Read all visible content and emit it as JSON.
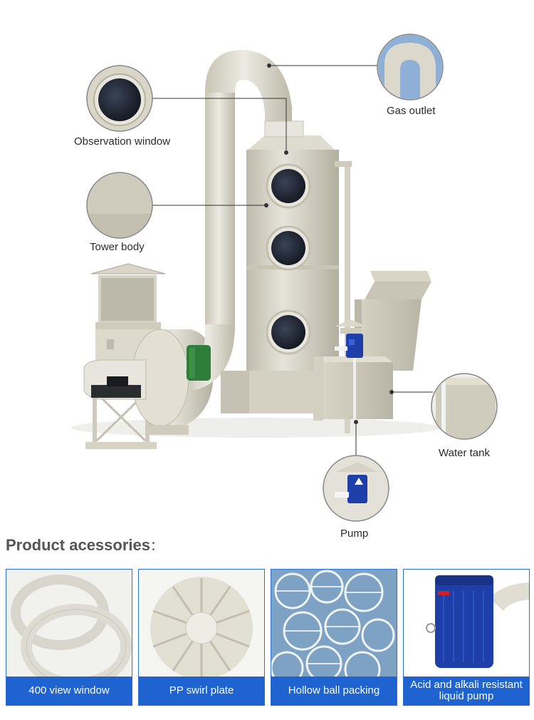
{
  "callouts": {
    "observation_window": "Observation window",
    "tower_body": "Tower body",
    "gas_outlet": "Gas outlet",
    "water_tank": "Water tank",
    "pump": "Pump"
  },
  "section": {
    "title": "Product acessories",
    "colon": "："
  },
  "accessories": [
    {
      "label": "400 view window",
      "icon": "view-window-ring"
    },
    {
      "label": "PP swirl plate",
      "icon": "swirl-plate"
    },
    {
      "label": "Hollow ball packing",
      "icon": "hollow-ball-packing"
    },
    {
      "label": "Acid and alkali resistant liquid pump",
      "icon": "liquid-pump"
    }
  ],
  "colors": {
    "pp_beige": "#d9d6c8",
    "accent_blue": "#1f63d1",
    "pump_blue": "#1e3fa8",
    "window_dark": "#1b1f2a",
    "flange_green": "#2f7d3a"
  }
}
